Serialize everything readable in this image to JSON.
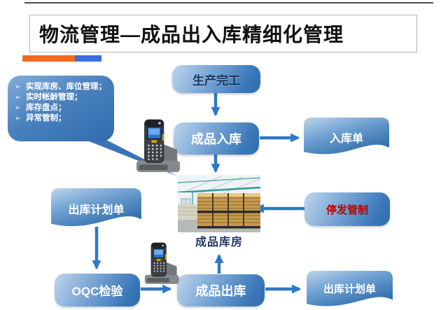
{
  "slide": {
    "title": "物流管理—成品出入库精细化管理"
  },
  "callout": {
    "bullet_char": "➢",
    "items": [
      "实现库房、库位管理；",
      "实时帐龄管理；",
      "库存盘点；",
      "异常管制；"
    ]
  },
  "nodes": {
    "production_done": {
      "label": "生产完工"
    },
    "finished_goods_in": {
      "label": "成品入库"
    },
    "inbound_order": {
      "label": "入库单"
    },
    "outbound_plan_left": {
      "label": "出库计划单"
    },
    "warehouse": {
      "label": "成品库房"
    },
    "stop_release_control": {
      "label": "停发管制"
    },
    "oqc_inspection": {
      "label": "OQC检验"
    },
    "finished_goods_out": {
      "label": "成品出库"
    },
    "outbound_plan_right": {
      "label": "出库计划单"
    }
  },
  "colors": {
    "node_gradient_light": "#bdd5ec",
    "node_gradient_dark": "#2e6cab",
    "node_text_dark": "#17365d",
    "node_text_light": "#ffffff",
    "stop_control_text": "#c00000",
    "warehouse_label_text": "#1f3864",
    "arrow": "#2e78c8",
    "accent_orange": "#f6681c",
    "accent_blue": "#3a6de0",
    "title_text": "#111111"
  }
}
